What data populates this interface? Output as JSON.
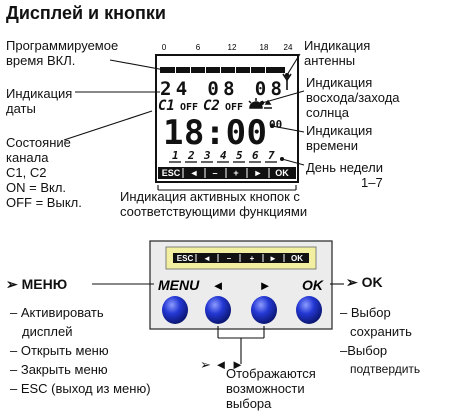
{
  "title": "Дисплей и кнопки",
  "labels": {
    "prog_time_1": "Программируемое",
    "prog_time_2": "время ВКЛ.",
    "date_1": "Индикация",
    "date_2": "даты",
    "channel_1": "Состояние",
    "channel_2": "канала",
    "channel_3": "C1, C2",
    "channel_4": "ON = Вкл.",
    "channel_5": "OFF = Выкл.",
    "antenna_1": "Индикация",
    "antenna_2": "антенны",
    "sun_1": "Индикация",
    "sun_2": "восхода/захода",
    "sun_3": "солнца",
    "time_1": "Индикация",
    "time_2": "времени",
    "weekday_1": "День недели",
    "weekday_2": "1–7",
    "active_1": "Индикация активных кнопок с",
    "active_2": "соответствующими функциями",
    "menu_head": "МЕНЮ",
    "menu_items": [
      "– Активировать",
      "дисплей",
      "– Открыть меню",
      "– Закрыть меню",
      "– ESC (выход из меню)"
    ],
    "ok_head": "OK",
    "ok_items": [
      "– Выбор",
      "сохранить",
      "–Выбор",
      "подтвердить"
    ],
    "options_1": "Отображаются",
    "options_2": "возможности",
    "options_3": "выбора"
  },
  "lcd": {
    "scale": [
      "0",
      "6",
      "12",
      "18",
      "24"
    ],
    "date": "24 08 08",
    "c1": "C1",
    "c1_state": "OFF",
    "c2": "C2",
    "c2_state": "OFF",
    "time": "18:00",
    "seconds": "00",
    "days": [
      "1",
      "2",
      "3",
      "4",
      "5",
      "6",
      "7"
    ],
    "buttons": [
      "ESC",
      "◄",
      "–",
      "+",
      "►",
      "OK"
    ]
  },
  "device": {
    "strip": [
      "ESC",
      "◄",
      "–",
      "+",
      "►",
      "OK"
    ],
    "btn_labels": [
      "MENU",
      "◄",
      "►",
      "OK"
    ]
  },
  "bullet": "➢",
  "nav_arrows": "➢ ◄ ►",
  "colors": {
    "lcd_bg": "#ffffff",
    "device_bg": "#ececec",
    "strip_bg": "#f3efa0",
    "knob": "#1b2fc8"
  }
}
